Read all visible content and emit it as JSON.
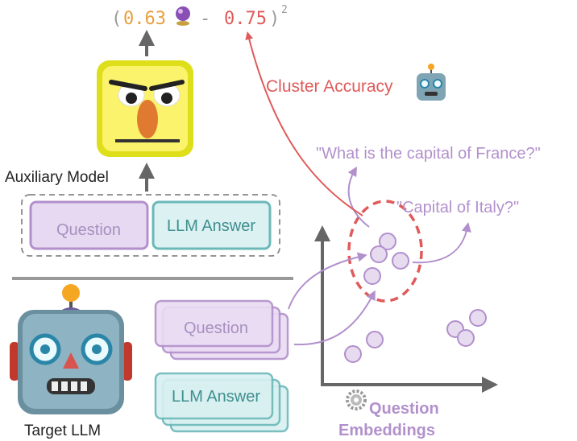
{
  "formula": {
    "open": "(",
    "value_a": "0.63",
    "minus": "-",
    "value_b": "0.75",
    "close": ")",
    "exponent": "2",
    "icon": "crystal-ball-icon"
  },
  "auxiliary": {
    "label": "Auxiliary Model",
    "input_question": "Question",
    "input_answer": "LLM Answer",
    "icon": "angry-face-icon"
  },
  "target": {
    "label": "Target LLM",
    "icon": "robot-icon",
    "stack_question": "Question",
    "stack_answer": "LLM Answer"
  },
  "cluster": {
    "label": "Cluster Accuracy",
    "icon": "robot-icon",
    "quote_france": "\"What is the capital of France?\"",
    "quote_italy": "\"Capital of Italy?\""
  },
  "embeddings": {
    "label_line1": "Question",
    "label_line2": "Embeddings",
    "icon": "gear-icon"
  },
  "colors": {
    "purple": "#b290cc",
    "purple_fill": "#e3d3ee",
    "teal": "#6cb8b9",
    "teal_fill": "#d6efef",
    "red": "#e05a5a",
    "orange": "#e8a040",
    "gray": "#666666"
  }
}
